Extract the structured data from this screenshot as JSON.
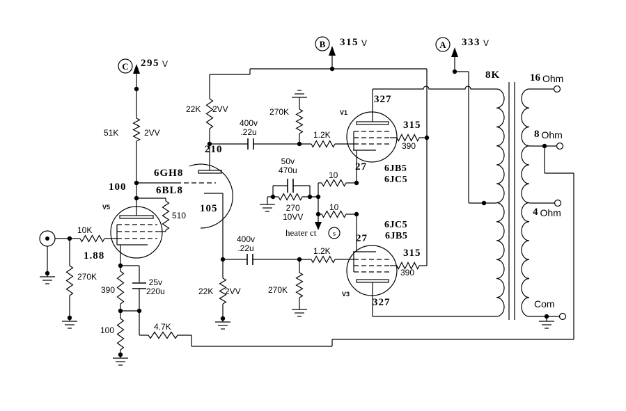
{
  "labels": {
    "c": "C",
    "c_v": "295",
    "c_u": "V",
    "b": "B",
    "b_v": "315",
    "b_u": "V",
    "a": "A",
    "a_v": "333",
    "a_u": "V",
    "s": "s",
    "r51k": "51K",
    "r51k_w": "2VV",
    "r22k_top": "22K",
    "r22k_top_w": "2VV",
    "cap_top_v": "400v",
    "cap_top_u": ".22u",
    "r270k_top": "270K",
    "n210": "210",
    "v5_type1": "6GH8",
    "v5_type2": "6BL8",
    "n100": "100",
    "n105": "105",
    "r510": "510",
    "v5": "V5",
    "r10k": "10K",
    "r270k_in": "270K",
    "n188": "1.88",
    "r390_k": "390",
    "cap_k_v": "25v",
    "cap_k_u": "220u",
    "r100": "100",
    "r47k": "4.7K",
    "r12k_top": "1.2K",
    "v1": "V1",
    "n327_t": "327",
    "n315_t": "315",
    "r390_t": "390",
    "n27_t": "27",
    "v1_type1": "6JB5",
    "v1_type2": "6JC5",
    "cap_mid_v": "50v",
    "cap_mid_u": "470u",
    "r10_t": "10",
    "r10_b": "10",
    "r270": "270",
    "r270_w": "10VV",
    "heater": "heater ct",
    "n27_b": "27",
    "v3_type1": "6JC5",
    "v3_type2": "6JB5",
    "cap_bot_v": "400v",
    "cap_bot_u": ".22u",
    "r12k_bot": "1.2K",
    "n315_b": "315",
    "r390_b": "390",
    "r22k_bot": "22K",
    "r22k_bot_w": "2VV",
    "r270k_bot": "270K",
    "v3": "V3",
    "n327_b": "327",
    "r8k": "8K",
    "t16": "16",
    "t16_u": "Ohm",
    "t8": "8",
    "t8_u": "Ohm",
    "t4": "4",
    "t4_u": "Ohm",
    "tcom": "Com"
  }
}
